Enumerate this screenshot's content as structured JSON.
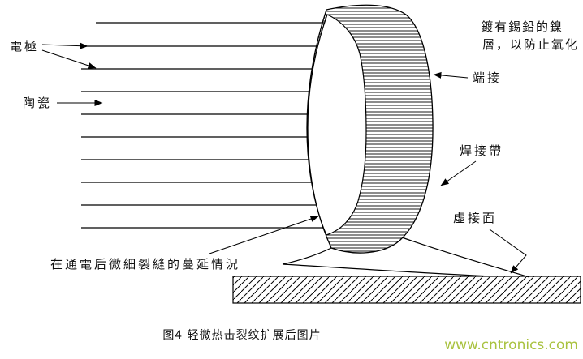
{
  "diagram": {
    "labels": {
      "electrode": "電極",
      "ceramic": "陶瓷",
      "coating_note_line1": "鍍有錫鉛的鎳",
      "coating_note_line2": "層，以防止氧化",
      "termination": "端接",
      "solder_band": "焊接帶",
      "false_joint_surface": "虛接面",
      "crack_note": "在通電后微細裂縫的蔓延情況",
      "caption": "图4 轻微热击裂纹扩展后图片"
    },
    "watermark": {
      "text": "www.cntronics.com",
      "color": "#a9c23f"
    },
    "colors": {
      "line": "#000000",
      "background": "#ffffff"
    }
  }
}
